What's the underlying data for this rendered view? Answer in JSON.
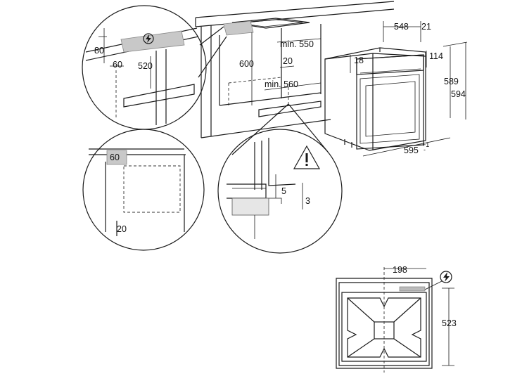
{
  "dimensions": {
    "top_zoom": {
      "h80": "80",
      "d60": "60",
      "h520": "520"
    },
    "cabinet": {
      "h600": "600",
      "min550": "min. 550",
      "d20": "20",
      "min560": "min. 560"
    },
    "oven": {
      "w548": "548",
      "d21": "21",
      "h18": "18",
      "h114": "114",
      "h589": "589",
      "h594": "594",
      "w595": "595",
      "tol": "+1",
      "tol_sign": "-"
    },
    "left_zoom": {
      "d60": "60",
      "d20": "20"
    },
    "right_zoom": {
      "g5": "5",
      "g3": "3"
    },
    "back_view": {
      "w198": "198",
      "h523": "523"
    }
  },
  "icons": {
    "power": "electric-lightning-icon",
    "warning": "warning-triangle-icon"
  }
}
